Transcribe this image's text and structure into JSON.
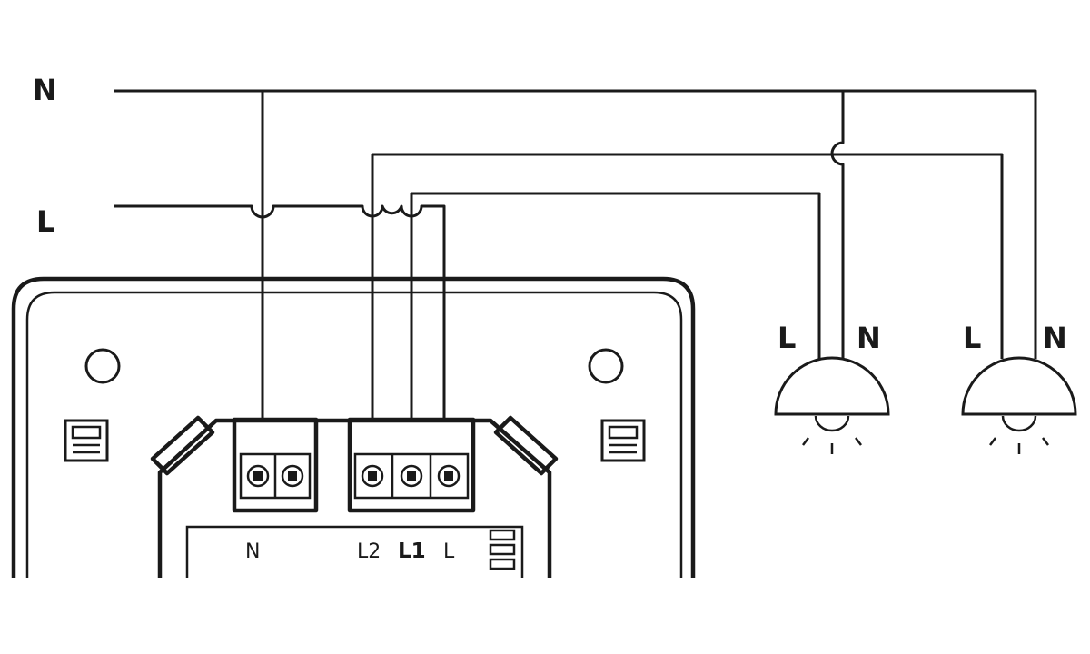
{
  "bus_labels": {
    "neutral": "N",
    "live": "L"
  },
  "lamp_labels": [
    {
      "live": "L",
      "neutral": "N"
    },
    {
      "live": "L",
      "neutral": "N"
    }
  ],
  "terminal_labels": {
    "neutral": "N",
    "l2": "L2",
    "l1": "L1",
    "live": "L"
  }
}
